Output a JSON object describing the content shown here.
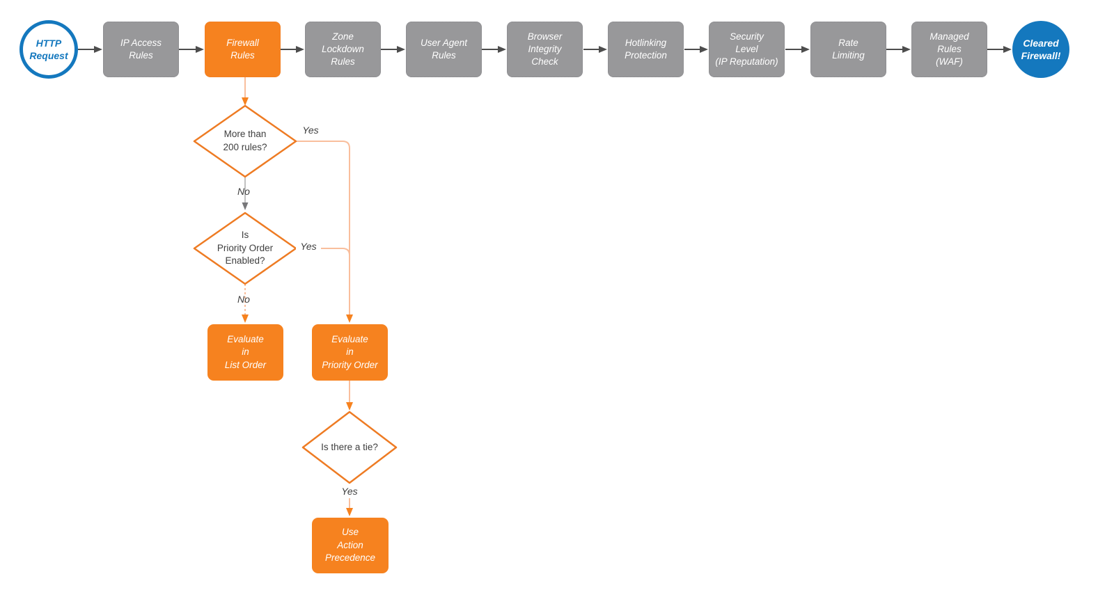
{
  "colors": {
    "orange": "#F6821F",
    "orange-border": "#EE7B23",
    "orange-line": "#F9BE9C",
    "gray": "#98989A",
    "gray-border": "#86868A",
    "blue": "#1478BE",
    "arrow-dark": "#4D4D4D",
    "label-text": "#3E3E3E"
  },
  "flow": {
    "start": "HTTP\nRequest",
    "steps": [
      "IP Access\nRules",
      "Firewall\nRules",
      "Zone\nLockdown\nRules",
      "User Agent\nRules",
      "Browser\nIntegrity\nCheck",
      "Hotlinking\nProtection",
      "Security\nLevel\n(IP Reputation)",
      "Rate\nLimiting",
      "Managed\nRules\n(WAF)"
    ],
    "end": "Cleared\nFirewall!"
  },
  "decisions": {
    "more_than_200": "More than\n200 rules?",
    "priority_enabled": "Is\nPriority Order\nEnabled?",
    "tie": "Is there a tie?"
  },
  "actions": {
    "list_order": "Evaluate\nin\nList Order",
    "priority_order": "Evaluate\nin\nPriority Order",
    "action_precedence": "Use\nAction\nPrecedence"
  },
  "edge_labels": {
    "d1_yes": "Yes",
    "d1_no": "No",
    "d2_yes": "Yes",
    "d2_no": "No",
    "d3_yes": "Yes"
  }
}
